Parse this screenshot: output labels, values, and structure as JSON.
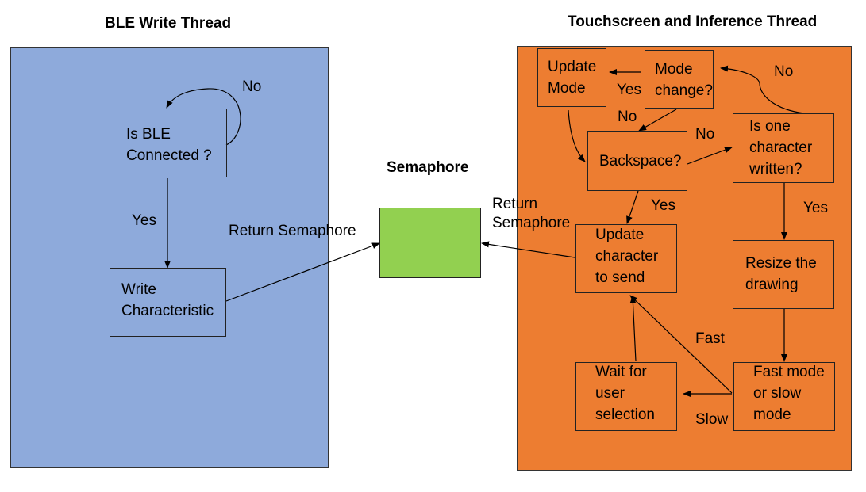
{
  "titles": {
    "left": "BLE Write Thread",
    "right": "Touchscreen and Inference Thread",
    "semaphore": "Semaphore"
  },
  "nodes": {
    "is_ble_connected": "Is BLE\nConnected ?",
    "write_characteristic": "Write\nCharacteristic",
    "update_mode": "Update\nMode",
    "mode_change": "Mode\nchange?",
    "backspace": "Backspace?",
    "is_one_char_written": "Is one\ncharacter\nwritten?",
    "update_character": "Update\ncharacter\nto send",
    "resize_drawing": "Resize the\ndrawing",
    "wait_user_selection": "Wait for\nuser\nselection",
    "fast_or_slow": "Fast mode\nor slow\nmode"
  },
  "edge_labels": {
    "ble_no": "No",
    "ble_yes": "Yes",
    "return_semaphore_left": "Return Semaphore",
    "return_semaphore_right": "Return\nSemaphore",
    "mode_yes": "Yes",
    "mode_no": "No",
    "written_no": "No",
    "backspace_no": "No",
    "backspace_yes": "Yes",
    "written_yes": "Yes",
    "fast": "Fast",
    "slow": "Slow"
  },
  "colors": {
    "ble_panel": "#8eaadb",
    "inference_panel": "#ed7d31",
    "semaphore": "#92d050",
    "edge": "#000000"
  }
}
